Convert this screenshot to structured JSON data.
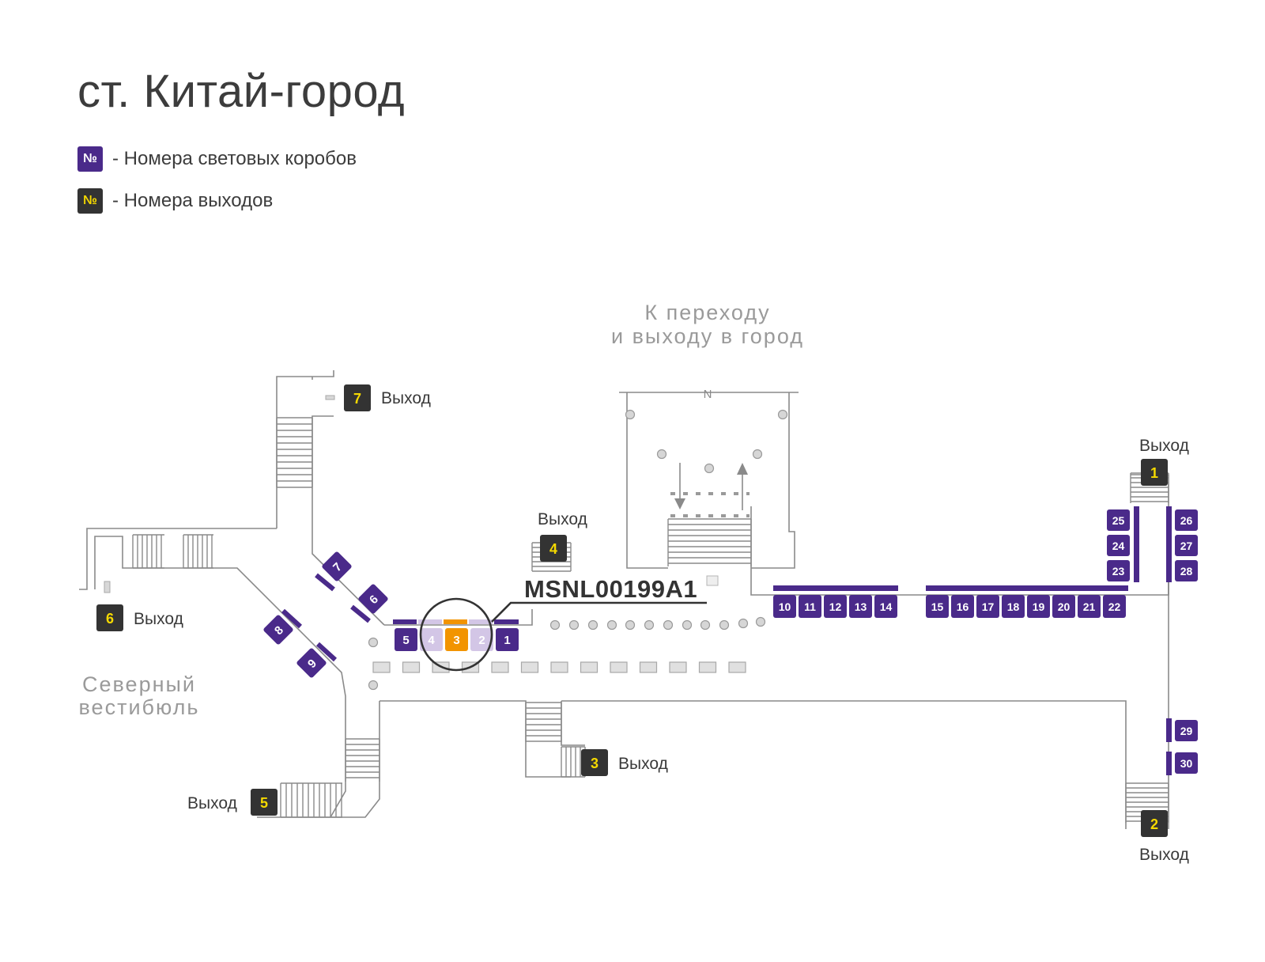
{
  "title": "ст. Китай-город",
  "legend": [
    {
      "badge": "№",
      "text": "- Номера световых коробов",
      "kind": "lightbox"
    },
    {
      "badge": "№",
      "text": "- Номера выходов",
      "kind": "exit"
    }
  ],
  "colors": {
    "lightbox": "#4a2a8a",
    "lightbox_inactive": "#d3c6e6",
    "highlight": "#f29400",
    "exit_badge": "#333333",
    "exit_number": "#f5d900",
    "wall": "#8a8a8a"
  },
  "area_labels": {
    "transfer_line1": "К переходу",
    "transfer_line2": "и выходу в город",
    "north_line1": "Северный",
    "north_line2": "вестибюль",
    "compass": "N"
  },
  "exit_word": "Выход",
  "exits": [
    "1",
    "2",
    "3",
    "4",
    "5",
    "6",
    "7"
  ],
  "highlighted_code": "MSNL00199A1",
  "lightboxes": {
    "b1": "1",
    "b2": "2",
    "b3": "3",
    "b4": "4",
    "b5": "5",
    "b6": "6",
    "b7": "7",
    "b8": "8",
    "b9": "9",
    "b10": "10",
    "b11": "11",
    "b12": "12",
    "b13": "13",
    "b14": "14",
    "b15": "15",
    "b16": "16",
    "b17": "17",
    "b18": "18",
    "b19": "19",
    "b20": "20",
    "b21": "21",
    "b22": "22",
    "b23": "23",
    "b24": "24",
    "b25": "25",
    "b26": "26",
    "b27": "27",
    "b28": "28",
    "b29": "29",
    "b30": "30"
  }
}
